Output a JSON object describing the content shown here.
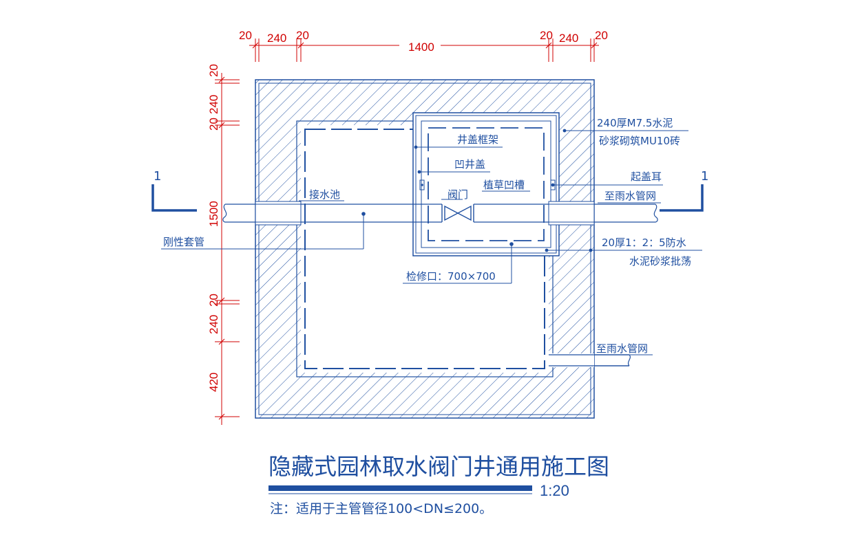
{
  "dimensions": {
    "top": [
      "20",
      "240",
      "20",
      "1400",
      "20",
      "240",
      "20"
    ],
    "left": [
      "20",
      "240",
      "20",
      "1500",
      "20",
      "240",
      "420"
    ]
  },
  "labels": {
    "wall_spec_line1": "240厚M7.5水泥",
    "wall_spec_line2": "砂浆砌筑MU10砖",
    "cover_frame": "井盖框架",
    "concave_cover": "凹井盖",
    "lift_ear": "起盖耳",
    "to_rain_network_1": "至雨水管网",
    "sump": "接水池",
    "valve": "阀门",
    "planting_groove": "植草凹槽",
    "rigid_sleeve": "刚性套管",
    "waterproof_line1": "20厚1：2：5防水",
    "waterproof_line2": "水泥砂浆批荡",
    "access_opening": "检修口：700×700",
    "to_rain_network_2": "至雨水管网",
    "section_mark_left": "1",
    "section_mark_right": "1"
  },
  "title_block": {
    "title": "隐藏式园林取水阀门井通用施工图",
    "scale": "1:20",
    "note": "注：适用于主管管径100<DN≤200。"
  },
  "colors": {
    "drawing": "#1f4fa0",
    "dimension": "#d00000",
    "background": "#ffffff"
  }
}
